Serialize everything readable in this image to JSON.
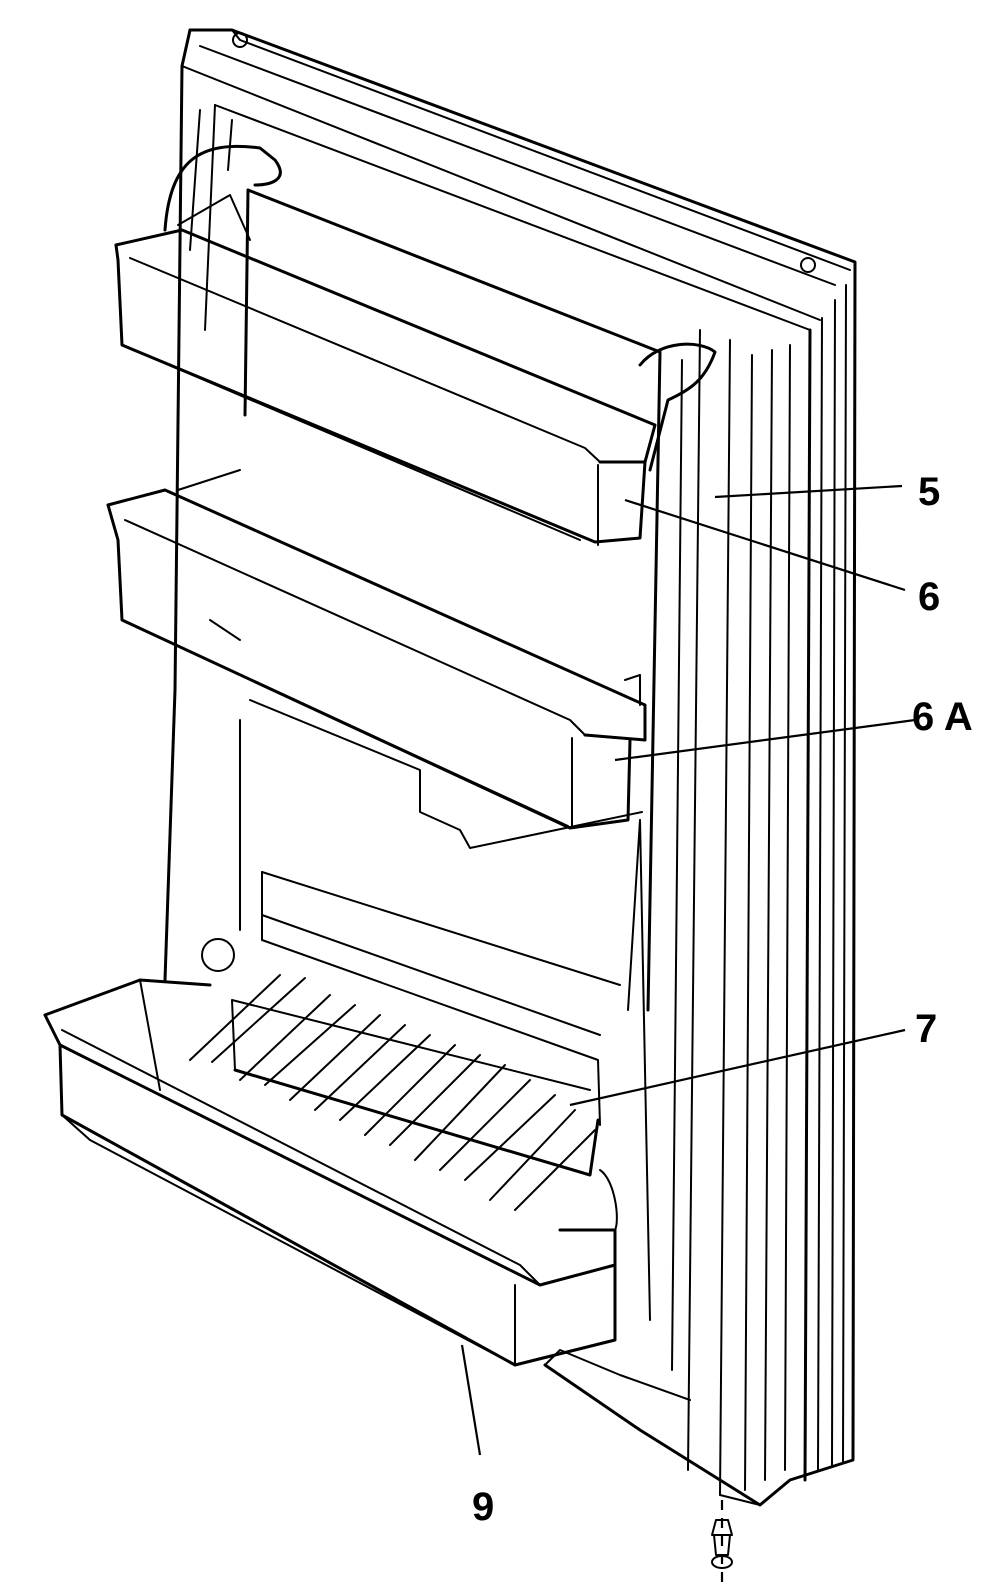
{
  "callouts": {
    "door_panel": "5",
    "upper_shelf": "6",
    "middle_shelf": "6 A",
    "egg_rack": "7",
    "bottom_bin": "9"
  },
  "colors": {
    "ink": "#000000",
    "paper": "#ffffff"
  },
  "icons": {
    "screw": "screw-icon"
  }
}
